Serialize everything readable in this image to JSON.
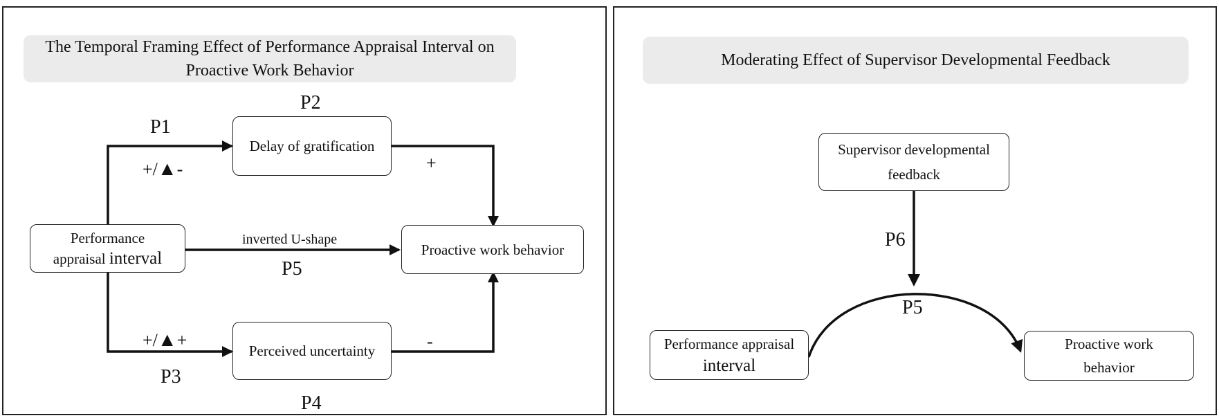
{
  "left_panel": {
    "title": "The Temporal Framing Effect of Performance Appraisal Interval on Proactive Work Behavior",
    "nodes": {
      "delay": "Delay of gratification",
      "interval_line1": "Performance",
      "interval_line2_a": "appraisal ",
      "interval_line2_b": "interval",
      "proactive": "Proactive work behavior",
      "uncertainty": "Perceived uncertainty"
    },
    "labels": {
      "p1": "P1",
      "p2": "P2",
      "p3": "P3",
      "p4": "P4",
      "p5": "P5",
      "sign_p1_a": "+/",
      "sign_p1_b": "-",
      "sign_p2": "+",
      "sign_p3_a": "+/",
      "sign_p3_b": "+",
      "sign_p4": "-",
      "inverted_u": "inverted U-shape"
    }
  },
  "right_panel": {
    "title": "Moderating Effect of Supervisor Developmental Feedback",
    "nodes": {
      "supervisor_line1": "Supervisor developmental",
      "supervisor_line2": "feedback",
      "interval_line1": "Performance appraisal",
      "interval_line2": "interval",
      "proactive_line1": "Proactive work",
      "proactive_line2": "behavior"
    },
    "labels": {
      "p6": "P6",
      "p5": "P5"
    }
  }
}
